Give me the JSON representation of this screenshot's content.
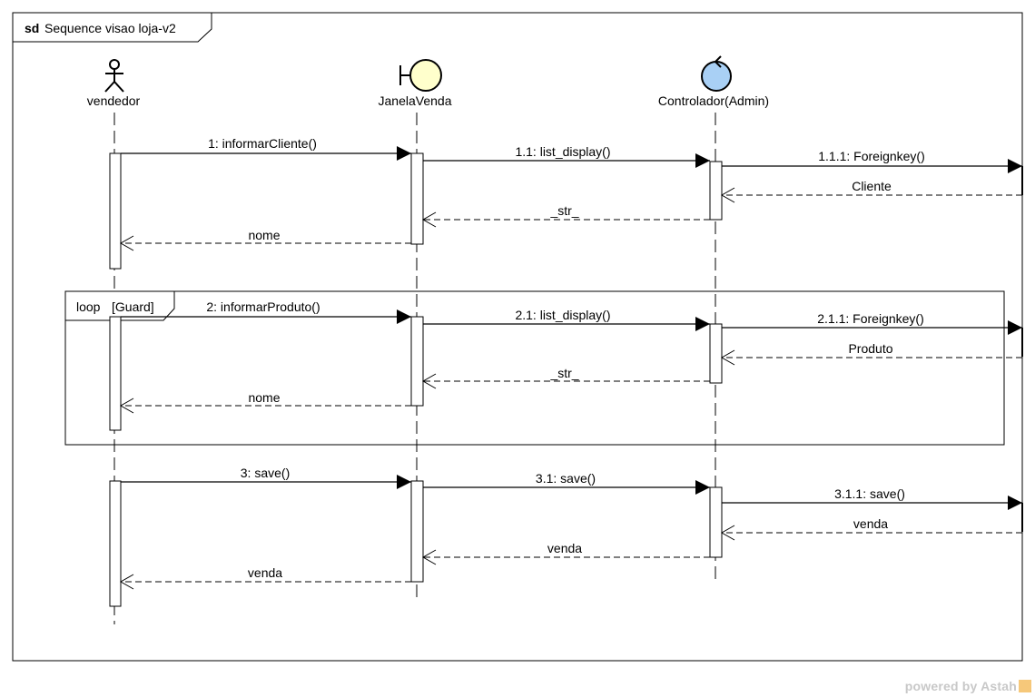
{
  "frame": {
    "keyword": "sd",
    "title": "Sequence visao loja-v2"
  },
  "lifelines": [
    {
      "kind": "actor",
      "name": "vendedor"
    },
    {
      "kind": "boundary",
      "name": "JanelaVenda",
      "fill": "#ffffcc"
    },
    {
      "kind": "control",
      "name": "Controlador(Admin)",
      "fill": "#a9d0f5"
    }
  ],
  "loop": {
    "operator": "loop",
    "guard": "[Guard]"
  },
  "messages": [
    "1: informarCliente()",
    "1.1: list_display()",
    "1.1.1: Foreignkey()",
    "Cliente",
    "_str_",
    "nome",
    "2: informarProduto()",
    "2.1: list_display()",
    "2.1.1: Foreignkey()",
    "Produto",
    "_str_",
    "nome",
    "3: save()",
    "3.1: save()",
    "3.1.1: save()",
    "venda",
    "venda",
    "venda"
  ],
  "watermark": "powered by Astah"
}
